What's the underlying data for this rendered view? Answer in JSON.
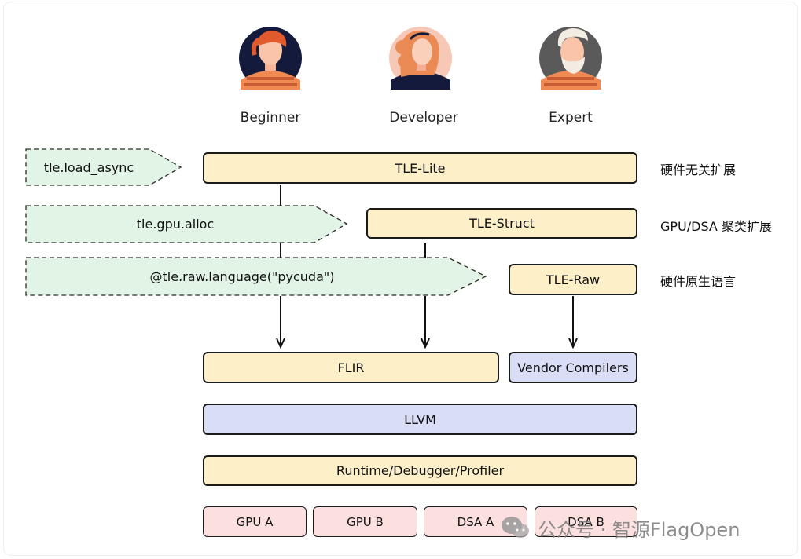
{
  "personas": [
    {
      "label": "Beginner"
    },
    {
      "label": "Developer"
    },
    {
      "label": "Expert"
    }
  ],
  "api_calls": {
    "load_async": "tle.load_async",
    "gpu_alloc": "tle.gpu.alloc",
    "raw_language": "@tle.raw.language(\"pycuda\")"
  },
  "layers": {
    "tle_lite": "TLE-Lite",
    "tle_struct": "TLE-Struct",
    "tle_raw": "TLE-Raw",
    "flir": "FLIR",
    "vendor_compilers": "Vendor Compilers",
    "llvm": "LLVM",
    "runtime": "Runtime/Debugger/Profiler"
  },
  "side_labels": {
    "lite": "硬件无关扩展",
    "struct": "GPU/DSA 聚类扩展",
    "raw": "硬件原生语言"
  },
  "hardware": [
    "GPU A",
    "GPU B",
    "DSA A",
    "DSA B"
  ],
  "watermark": {
    "text": "公众号 · 智源FlagOpen",
    "icon": "wechat-icon"
  },
  "colors": {
    "layer_yellow": "#fdf0c9",
    "layer_blue": "#d9def6",
    "hardware_pink": "#fce0e0",
    "api_green": "#e2f4e6"
  }
}
